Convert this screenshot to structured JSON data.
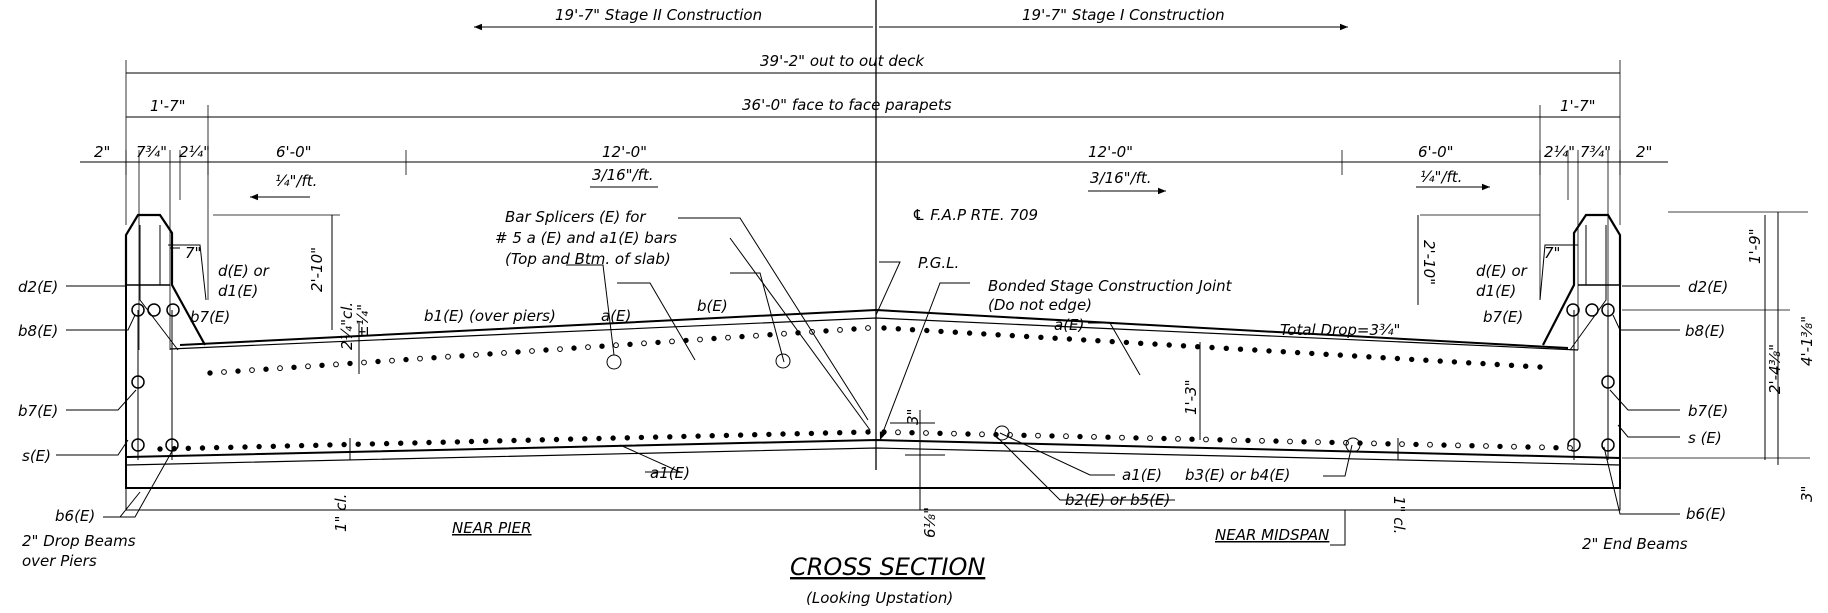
{
  "dimensions": {
    "stage2": "19'-7\" Stage II Construction",
    "stage1": "19'-7\" Stage I Construction",
    "out_to_out": "39'-2\" out to out deck",
    "face_to_face": "36'-0\" face to face parapets",
    "parapet_left": "1'-7\"",
    "parapet_right": "1'-7\"",
    "d2_left": "2\"",
    "d734_left": "7¾\"",
    "d214_left": "2¼\"",
    "d6ft_left": "6'-0\"",
    "d12ft_left": "12'-0\"",
    "d12ft_right": "12'-0\"",
    "d6ft_right": "6'-0\"",
    "d214_right": "2¼\"",
    "d734_right": "7¾\"",
    "d2_right": "2\"",
    "slope_quarter_left": "¼\"/ft.",
    "slope_316_left": "3/16\"/ft.",
    "slope_316_right": "3/16\"/ft.",
    "slope_quarter_right": "¼\"/ft.",
    "d7_left": "7\"",
    "d7_right": "7\"",
    "d210_left": "2'-10\"",
    "d210_right": "2'-10\"",
    "d214cl": "2¼\"cl.",
    "d14": "±¼\"",
    "d19": "1'-9\"",
    "d2438": "2'-4⅜\"",
    "d4138": "4'-1⅜\"",
    "d13": "1'-3\"",
    "d3": "3\"",
    "d3right": "3\"",
    "d68": "6⅛\"",
    "d1cl_left": "1\" cl.",
    "d1cl_right": "1\" cl."
  },
  "labels": {
    "centerline": "℄ F.A.P RTE. 709",
    "pgl": "P.G.L.",
    "bonded_joint_1": "Bonded Stage Construction Joint",
    "bonded_joint_2": "(Do not edge)",
    "total_drop": "Total Drop=3¾\"",
    "bar_splicers_1": "Bar Splicers (E) for",
    "bar_splicers_2": "# 5 a (E) and a1(E) bars",
    "bar_splicers_3": "(Top and Btm. of slab)",
    "b1_over_piers": "b1(E) (over piers)",
    "aE_left": "a(E)",
    "bE": "b(E)",
    "aE_right": "a(E)",
    "d2E_left": "d2(E)",
    "d2E_right": "d2(E)",
    "dE_or_left_1": "d(E) or",
    "dE_or_left_2": "d1(E)",
    "dE_or_right_1": "d(E) or",
    "dE_or_right_2": "d1(E)",
    "b7E_left_top": "b7(E)",
    "b7E_right_top": "b7(E)",
    "b8E_left": "b8(E)",
    "b8E_right": "b8(E)",
    "b7E_left": "b7(E)",
    "b7E_right": "b7(E)",
    "sE_left": "s(E)",
    "sE_right": "s (E)",
    "b6E_left": "b6(E)",
    "b6E_right": "b6(E)",
    "a1E_left": "a1(E)",
    "a1E_right": "a1(E)",
    "b3_or_b4": "b3(E) or b4(E)",
    "b2_or_b5": "b2(E) or b5(E)",
    "drop_beams_1": "2\" Drop Beams",
    "drop_beams_2": "over Piers",
    "end_beams": "2\" End Beams",
    "near_pier": "NEAR PIER",
    "near_midspan": "NEAR MIDSPAN",
    "title": "CROSS SECTION",
    "subtitle": "(Looking Upstation)"
  }
}
